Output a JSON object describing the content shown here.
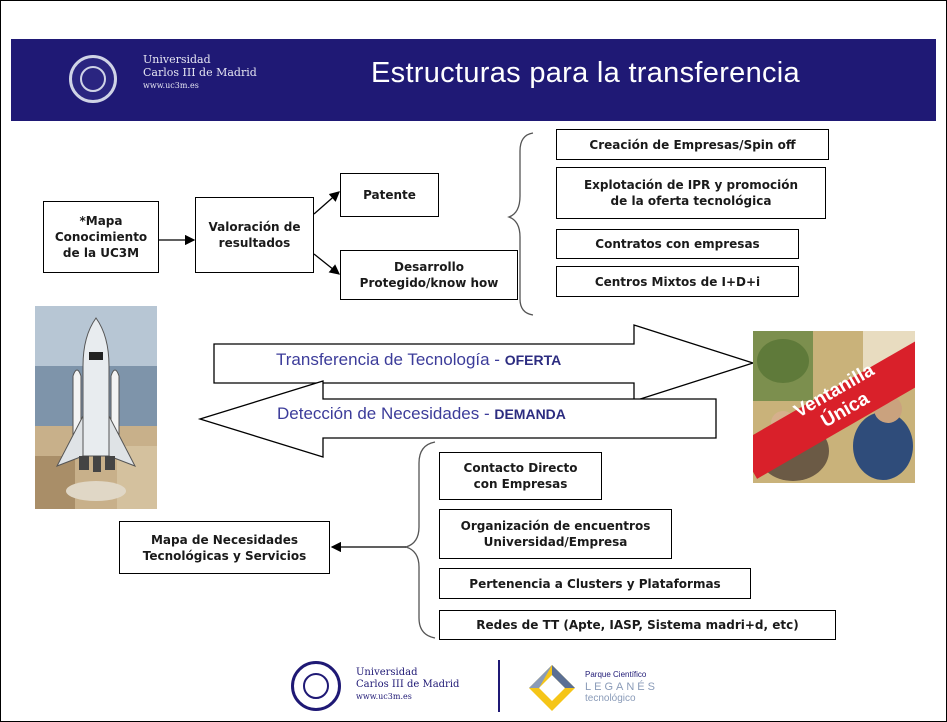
{
  "header": {
    "logo_line1": "Universidad",
    "logo_line2": "Carlos III de Madrid",
    "logo_line3": "www.uc3m.es",
    "title": "Estructuras para la  transferencia"
  },
  "top_flow": {
    "mapa": "*Mapa\nConocimiento\nde la UC3M",
    "valoracion": "Valoración  de\nresultados",
    "patente": "Patente",
    "desarrollo": "Desarrollo\nProtegido/know how",
    "outcomes": [
      "Creación de Empresas/Spin off",
      "Explotación de IPR y promoción\nde la oferta tecnológica",
      "Contratos con empresas",
      "Centros Mixtos de I+D+i"
    ]
  },
  "arrows": {
    "oferta_text": "Transferencia de Tecnología - ",
    "oferta_bold": "OFERTA",
    "demanda_text": "Detección de Necesidades - ",
    "demanda_bold": "DEMANDA"
  },
  "ventanilla": {
    "line1": "Ventanilla",
    "line2": "Única"
  },
  "bottom_flow": {
    "mapa_necesidades": "Mapa de Necesidades\nTecnológicas y Servicios",
    "items": [
      "Contacto Directo\ncon Empresas",
      "Organización de encuentros\nUniversidad/Empresa",
      "Pertenencia a Clusters y Plataformas",
      "Redes de TT (Apte, IASP, Sistema madri+d, etc)"
    ]
  },
  "footer": {
    "logo_line1": "Universidad",
    "logo_line2": "Carlos III de Madrid",
    "logo_line3": "www.uc3m.es",
    "parque_line1": "Parque Científico",
    "parque_line2": "LEGANÉS",
    "parque_line3": "tecnológico"
  },
  "colors": {
    "header_bg": "#1f1975",
    "arrow_text": "#3c3c9a",
    "ventanilla_red": "#d9202a"
  }
}
